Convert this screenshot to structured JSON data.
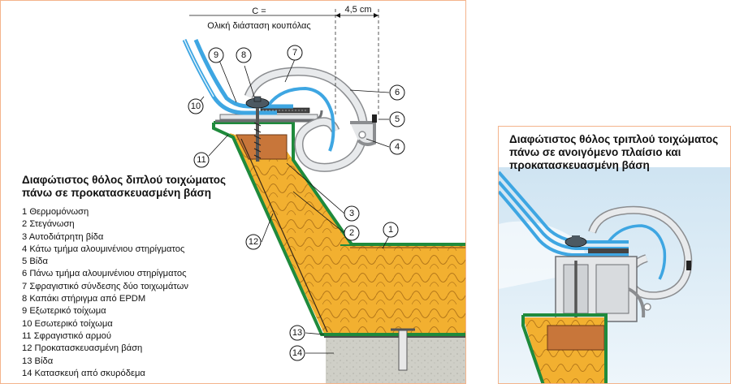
{
  "left": {
    "title": "Διαφώτιστος θόλος διπλού τοιχώματος\nπάνω σε προκατασκευασμένη βάση",
    "dimension_c_line1": "C =",
    "dimension_c_line2": "Ολική διάσταση κουπόλας",
    "dimension_offset": "4,5 cm",
    "legend": [
      "1 Θερμομόνωση",
      "2 Στεγάνωση",
      "3 Αυτοδιάτρητη βίδα",
      "4 Κάτω τμήμα αλουμινένιου στηρίγματος",
      "5 Βίδα",
      "6 Πάνω τμήμα αλουμινένιου στηρίγματος",
      "7 Σφραγιστικό σύνδεσης δύο τοιχωμάτων",
      "8 Καπάκι στήριγμα από EPDM",
      "9 Εξωτερικό τοίχωμα",
      "10 Εσωτερικό τοίχωμα",
      "11 Σφραγιστικό αρμού",
      "12 Προκατασκευασμένη βάση",
      "13 Βίδα",
      "14 Κατασκευή από σκυρόδεμα"
    ],
    "callouts": [
      "1",
      "2",
      "3",
      "4",
      "5",
      "6",
      "7",
      "8",
      "9",
      "10",
      "11",
      "12",
      "13",
      "14"
    ]
  },
  "right": {
    "title": "Διαφώτιστος θόλος τριπλού τοιχώματος\nπάνω σε ανοιγόμενο πλαίσιο και\nπροκατασκευασμένη βάση"
  },
  "colors": {
    "insulation": "#f2b030",
    "waterproofing": "#1f8a3c",
    "concrete": "#cfcfc7",
    "wood": "#c8763a",
    "aluminium": "#e4e6e8",
    "glazing": "#3ea6e2",
    "panel_border": "#f4b48c"
  }
}
